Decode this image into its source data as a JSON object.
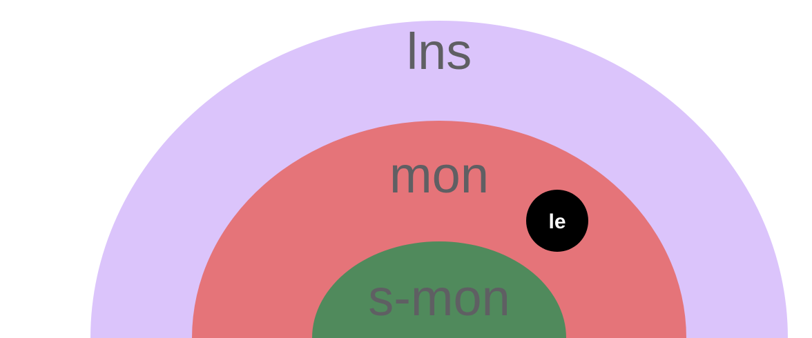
{
  "diagram": {
    "rings": [
      {
        "id": "outer",
        "label": "lns",
        "color": "#dbc4fb"
      },
      {
        "id": "middle",
        "label": "mon",
        "color": "#e57479"
      },
      {
        "id": "inner",
        "label": "s-mon",
        "color": "#508a5c"
      }
    ],
    "marker": {
      "label": "le",
      "color": "#000000"
    }
  }
}
